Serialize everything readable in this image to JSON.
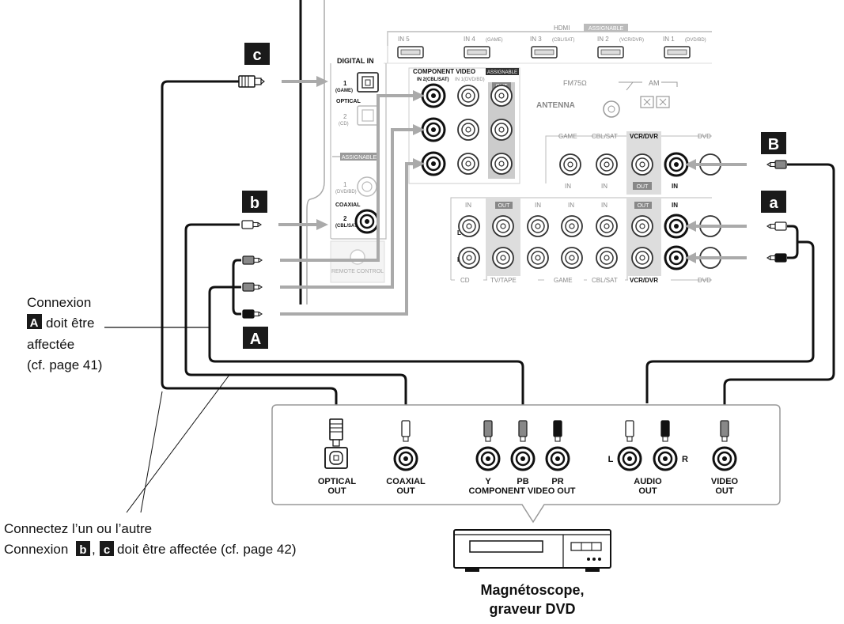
{
  "receiver": {
    "hdmi": {
      "title": "HDMI",
      "assignable": "ASSIGNABLE",
      "inputs": [
        "IN 5",
        "IN 4",
        "(GAME)",
        "IN 3",
        "(CBL/SAT)",
        "IN 2",
        "(VCR/DVR)",
        "IN 1",
        "(DVD/BD)"
      ]
    },
    "digital_in": {
      "title": "DIGITAL IN",
      "in1": "1",
      "in1_sub": "(GAME)",
      "optical": "OPTICAL",
      "in2": "2",
      "in2_sub": "(CD)",
      "assignable": "ASSIGNABLE",
      "coax1": "1",
      "coax1_sub": "(DVD/BD)",
      "coaxial": "COAXIAL",
      "coax2": "2",
      "coax2_sub": "(CBL/SAT)"
    },
    "component": {
      "title": "COMPONENT VIDEO",
      "assignable": "ASSIGNABLE",
      "in2": "IN 2(CBL/SAT)",
      "in1": "IN 1(DVD/BD)",
      "out": "OUT"
    },
    "antenna": {
      "fm": "FM75Ω",
      "am": "AM",
      "label": "ANTENNA"
    },
    "remote": "REMOTE CONTROL",
    "video_row": {
      "labels": [
        "GAME",
        "CBL/SAT",
        "VCR/DVR",
        "DVD"
      ],
      "in": "IN",
      "out": "OUT"
    },
    "audio_row": {
      "bottom_labels": [
        "CD",
        "TV/TAPE",
        "GAME",
        "CBL/SAT",
        "VCR/DVR",
        "DVD"
      ],
      "in": "IN",
      "out": "OUT",
      "left": "L",
      "right": "R"
    }
  },
  "badges": {
    "c": "c",
    "b": "b",
    "A": "A",
    "B": "B",
    "a": "a"
  },
  "captions": {
    "connexion_a_line1": "Connexion",
    "connexion_a_badge": "A",
    "connexion_a_line2": "doit être",
    "connexion_a_line3": "affectée",
    "connexion_a_line4": "(cf. page 41)",
    "either_line1": "Connectez l’un ou l’autre",
    "either_line2_pre": "Connexion",
    "either_badge_b": "b",
    "either_badge_c": "c",
    "either_line2_post": "doit être affectée (cf. page 42)"
  },
  "device": {
    "optical": "OPTICAL",
    "optical_out": "OUT",
    "coaxial": "COAXIAL",
    "coaxial_out": "OUT",
    "y": "Y",
    "pb": "PB",
    "pr": "PR",
    "component_out": "COMPONENT VIDEO OUT",
    "audio_l": "L",
    "audio_r": "R",
    "audio": "AUDIO",
    "audio_out": "OUT",
    "video": "VIDEO",
    "video_out": "OUT"
  },
  "recorder": {
    "title_line1": "Magnétoscope,",
    "title_line2": "graveur DVD"
  },
  "colors": {
    "arrow": "#aaaaaa",
    "badge": "#1a1a1a",
    "cable": "#111111"
  }
}
